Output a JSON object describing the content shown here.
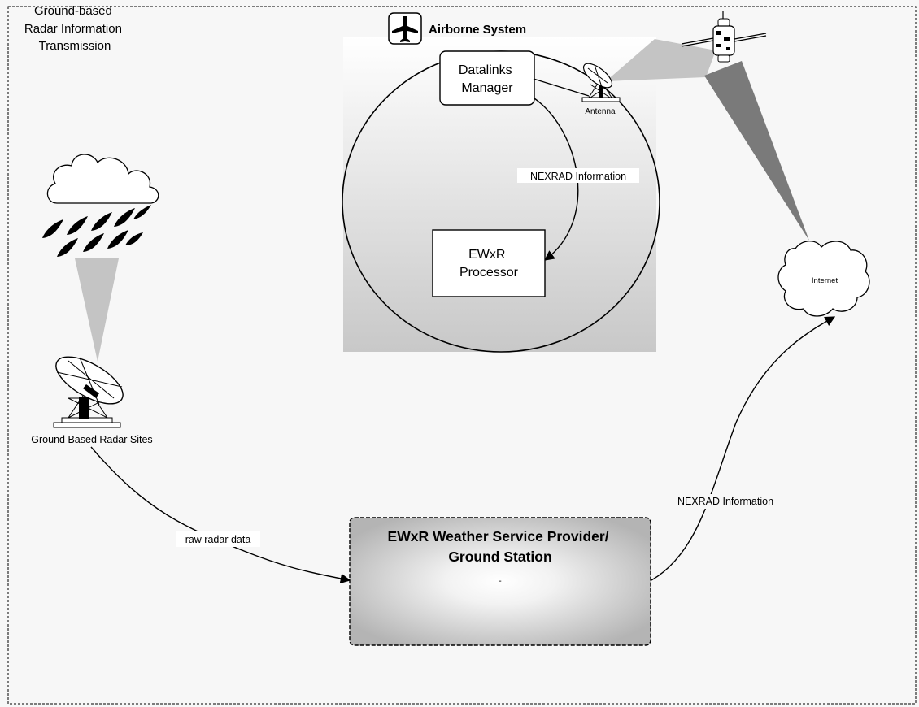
{
  "frame_title": [
    "Ground-based",
    "Radar Information",
    "Transmission"
  ],
  "airborne": {
    "title": "Airborne System",
    "datalinks_manager": [
      "Datalinks",
      "Manager"
    ],
    "antenna": "Antenna",
    "nexrad_label": "NEXRAD Information",
    "processor": [
      "EWxR",
      "Processor"
    ]
  },
  "ground": {
    "radar_sites": "Ground Based Radar Sites",
    "raw_data": "raw radar data",
    "provider": [
      "EWxR Weather Service Provider/",
      "Ground Station"
    ],
    "provider_mark": "-",
    "nexrad_label": "NEXRAD Information",
    "internet": "Internet"
  },
  "icons": [
    "airplane-icon",
    "satellite-icon",
    "antenna-dish-icon",
    "radar-dish-icon",
    "rain-cloud-icon",
    "internet-cloud-icon"
  ]
}
